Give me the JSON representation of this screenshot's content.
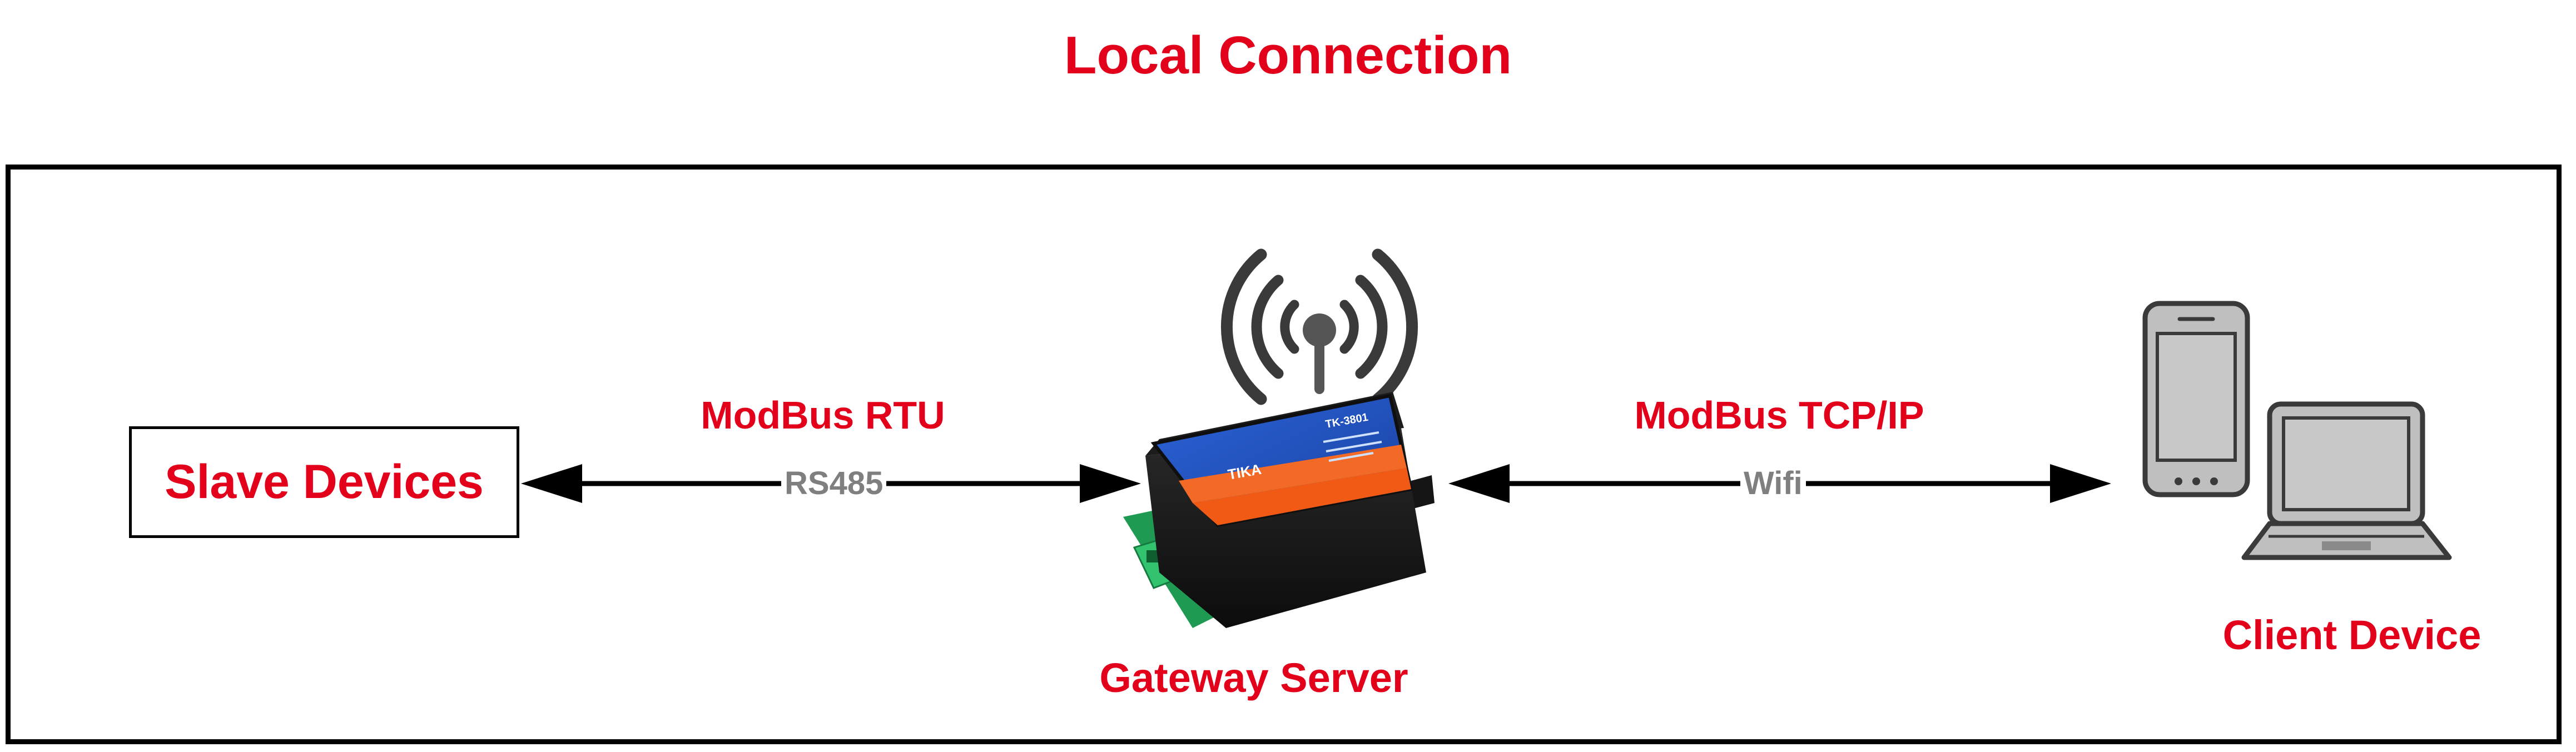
{
  "title": "Local Connection",
  "slave": {
    "label": "Slave Devices"
  },
  "left_link": {
    "protocol": "ModBus RTU",
    "medium": "RS485"
  },
  "gateway": {
    "label": "Gateway Server",
    "brand": "TIKA",
    "model": "TK-3801"
  },
  "right_link": {
    "protocol": "ModBus TCP/IP",
    "medium": "Wifi"
  },
  "client": {
    "label": "Client Device"
  },
  "colors": {
    "accent_red": "#e3001b",
    "link_gray": "#7f7f7f",
    "device_gray": "#bfbfbf",
    "gateway_blue": "#1f52c8",
    "gateway_orange": "#f05a14",
    "terminal_green": "#22a35a"
  }
}
